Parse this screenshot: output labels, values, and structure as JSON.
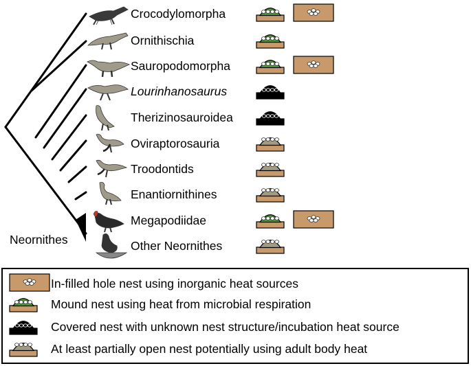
{
  "taxa": [
    {
      "name": "Crocodylomorpha",
      "italic": false,
      "silhouette": "crocodile-silhouette",
      "nests": [
        "mound",
        "hole"
      ]
    },
    {
      "name": "Ornithischia",
      "italic": false,
      "silhouette": "ornithischian-silhouette",
      "nests": [
        "mound"
      ]
    },
    {
      "name": "Sauropodomorpha",
      "italic": false,
      "silhouette": "sauropod-silhouette",
      "nests": [
        "mound",
        "hole"
      ]
    },
    {
      "name": "Lourinhanosaurus",
      "italic": true,
      "silhouette": "theropod-silhouette",
      "nests": [
        "covered"
      ]
    },
    {
      "name": "Therizinosauroidea",
      "italic": false,
      "silhouette": "therizinosaur-silhouette",
      "nests": [
        "covered"
      ]
    },
    {
      "name": "Oviraptorosauria",
      "italic": false,
      "silhouette": "oviraptorosaur-silhouette",
      "nests": [
        "open"
      ]
    },
    {
      "name": "Troodontids",
      "italic": false,
      "silhouette": "troodontid-silhouette",
      "nests": [
        "open"
      ]
    },
    {
      "name": "Enantiornithines",
      "italic": false,
      "silhouette": "enantiornithine-silhouette",
      "nests": [
        "open"
      ]
    },
    {
      "name": "Megapodiidae",
      "italic": false,
      "silhouette": "megapode-silhouette",
      "nests": [
        "mound",
        "hole"
      ]
    },
    {
      "name": "Other Neornithes",
      "italic": false,
      "silhouette": "bird-silhouette",
      "nests": [
        "open"
      ]
    }
  ],
  "clade_label": "Neornithes",
  "legend": [
    {
      "type": "hole",
      "text": "In-filled hole nest using inorganic heat sources"
    },
    {
      "type": "mound",
      "text": "Mound nest using heat from microbial respiration"
    },
    {
      "type": "covered",
      "text": "Covered nest with unknown nest structure/incubation heat source"
    },
    {
      "type": "open",
      "text": "At least partially open nest potentially using adult body heat"
    }
  ],
  "colors": {
    "sediment": "#c8996b",
    "mound_green": "#4f9a3a",
    "covered_black": "#000000",
    "open_grey": "#a39a82",
    "egg": "#ffffff",
    "silhouette_grey": "#a09a8a",
    "crocodile_dark": "#3a3a3a",
    "megapode_red": "#c0392b"
  }
}
